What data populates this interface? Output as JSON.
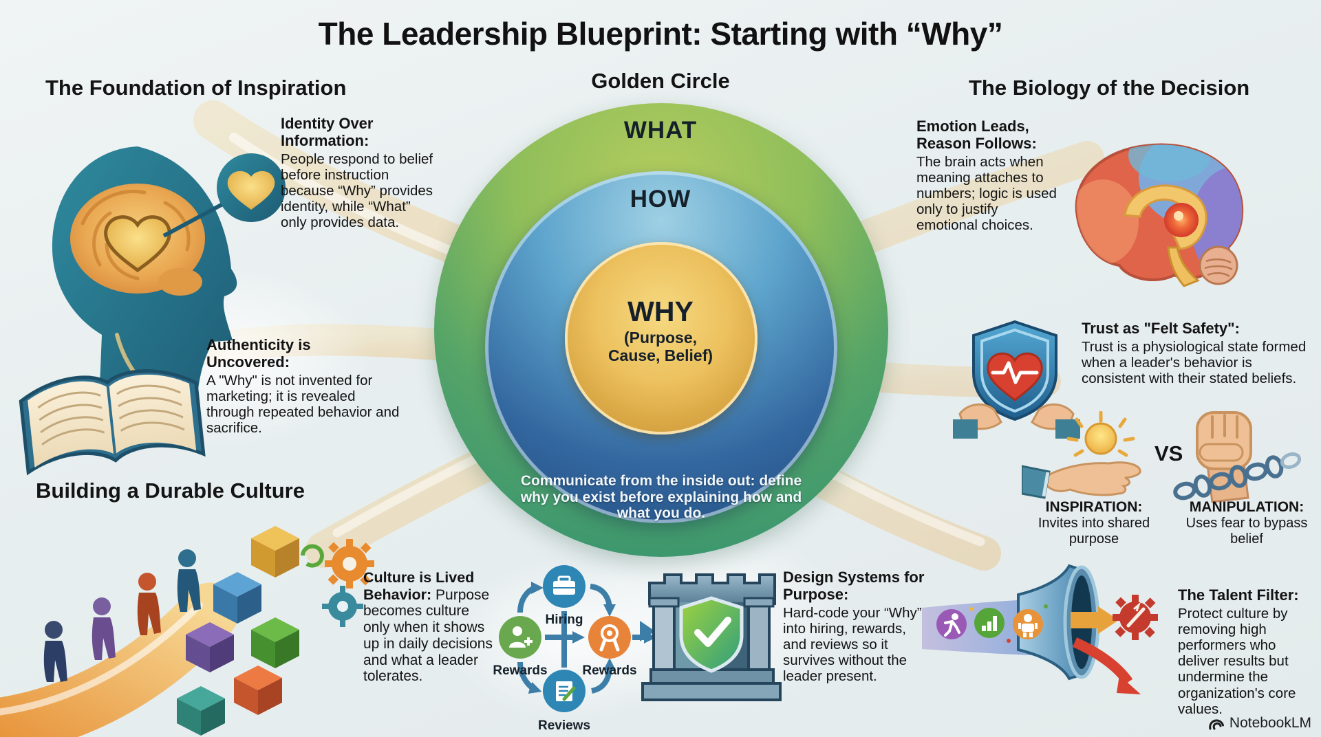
{
  "title": "The Leadership Blueprint: Starting with “Why”",
  "brand": "NotebookLM",
  "golden_circle": {
    "heading": "Golden Circle",
    "what": "WHAT",
    "how": "HOW",
    "why": "WHY",
    "why_sub1": "(Purpose,",
    "why_sub2": "Cause, Belief)",
    "caption": "Communicate from the inside out: define why you exist before explaining how and what you do."
  },
  "foundation": {
    "heading": "The Foundation of Inspiration",
    "identity_title": "Identity Over Information:",
    "identity_body": "People respond to belief before instruction because “Why” provides identity, while “What” only provides data.",
    "authenticity_title": "Authenticity is Uncovered:",
    "authenticity_body": "A \"Why\" is not invented for marketing; it is revealed through repeated behavior and sacrifice."
  },
  "biology": {
    "heading": "The Biology of the Decision",
    "emotion_title": "Emotion Leads, Reason Follows:",
    "emotion_body": "The brain acts when meaning attaches to numbers; logic is used only to justify emotional choices.",
    "trust_title": "Trust as \"Felt Safety\":",
    "trust_body": "Trust is a physiological state formed when a leader's behavior is consistent with their stated beliefs.",
    "versus": "VS",
    "inspiration_title": "INSPIRATION:",
    "inspiration_body": "Invites into shared purpose",
    "manipulation_title": "MANIPULATION:",
    "manipulation_body": "Uses fear to bypass belief"
  },
  "culture": {
    "heading": "Building a Durable Culture",
    "lived_title": "Culture is Lived Behavior:",
    "lived_body": "Purpose becomes culture only when it shows up in daily decisions and what a leader tolerates.",
    "design_title": "Design Systems for Purpose:",
    "design_body": "Hard-code your “Why” into hiring, rewards, and reviews so it survives without the leader present.",
    "talent_title": "The Talent Filter:",
    "talent_body": "Protect culture by removing high performers who deliver results but undermine the organization's core values.",
    "flow": {
      "hiring": "Hiring",
      "rewards_left": "Rewards",
      "rewards_right": "Rewards",
      "reviews": "Reviews"
    }
  },
  "colors": {
    "what_ring": "#8fbe5a",
    "how_ring": "#33679f",
    "why_core": "#ecc05d",
    "ribbon": "#eed6a4",
    "background": "#e7eeef",
    "arrow_blue": "#3d7ea8",
    "alert_red": "#d8402f"
  }
}
